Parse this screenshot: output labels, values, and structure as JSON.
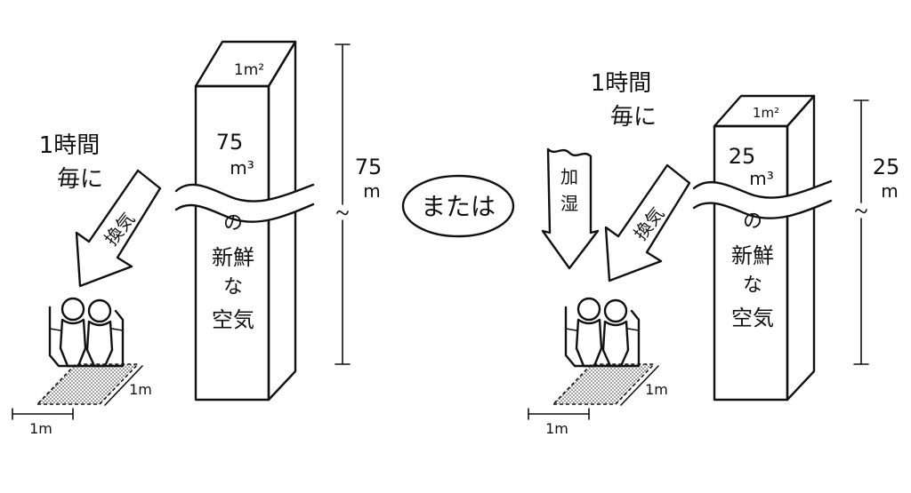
{
  "left_scene": {
    "interval_label_line1": "1時間",
    "interval_label_line2": "毎に",
    "arrow_label": "換気",
    "pillar_top_label": "1m²",
    "pillar_volume_value": "75",
    "pillar_volume_unit": "m³",
    "pillar_text_1": "の",
    "pillar_text_2": "新鮮",
    "pillar_text_3": "な",
    "pillar_text_4": "空気",
    "height_value": "75",
    "height_unit": "m",
    "floor_depth_label": "1m",
    "floor_width_label": "1m"
  },
  "middle": {
    "or_label": "または"
  },
  "right_scene": {
    "interval_label_line1": "1時間",
    "interval_label_line2": "毎に",
    "humidify_label_1": "加",
    "humidify_label_2": "湿",
    "arrow_label": "換気",
    "pillar_top_label": "1m²",
    "pillar_volume_value": "25",
    "pillar_volume_unit": "m³",
    "pillar_text_1": "の",
    "pillar_text_2": "新鮮",
    "pillar_text_3": "な",
    "pillar_text_4": "空気",
    "height_value": "25",
    "height_unit": "m",
    "floor_depth_label": "1m",
    "floor_width_label": "1m"
  }
}
